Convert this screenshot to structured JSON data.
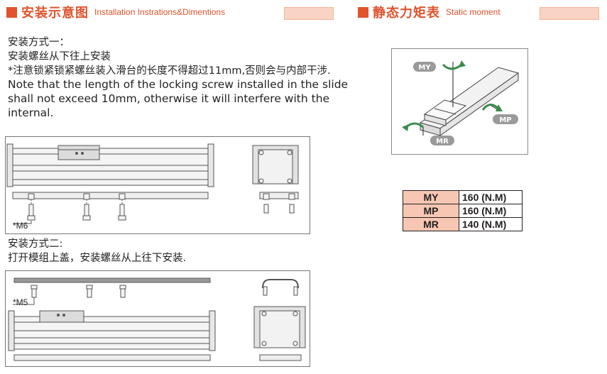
{
  "left_header": {
    "zh": "安装示意图",
    "en": "Installation Instrations&Dimentions"
  },
  "right_header": {
    "zh": "静态力矩表",
    "en": "Static moment"
  },
  "method1": {
    "title": "安装方式一：",
    "line1": "安装螺丝从下往上安装",
    "note_zh": "*注意锁紧锁紧螺丝装入滑台的长度不得超过11mm,否则会与内部干涉.",
    "note_en_1": "Note that the length of the locking screw installed in the slide",
    "note_en_2": "shall not exceed 10mm, otherwise it will interfere with the",
    "note_en_3": "internal.",
    "screw_label": "*M6"
  },
  "method2": {
    "title": "安装方式二:",
    "line1": "打开模组上盖，安装螺丝从上往下安装.",
    "screw_label": "*M5"
  },
  "moment_labels": {
    "my": "MY",
    "mp": "MP",
    "mr": "MR"
  },
  "moment_table": [
    {
      "key": "MY",
      "value": "160 (N.M)"
    },
    {
      "key": "MP",
      "value": "160 (N.M)"
    },
    {
      "key": "MR",
      "value": "140 (N.M)"
    }
  ],
  "colors": {
    "accent": "#e0532c",
    "accent_light": "#f9d3c3",
    "table_key_bg": "#f8c7b4",
    "arrow_green": "#3a8c4a"
  }
}
